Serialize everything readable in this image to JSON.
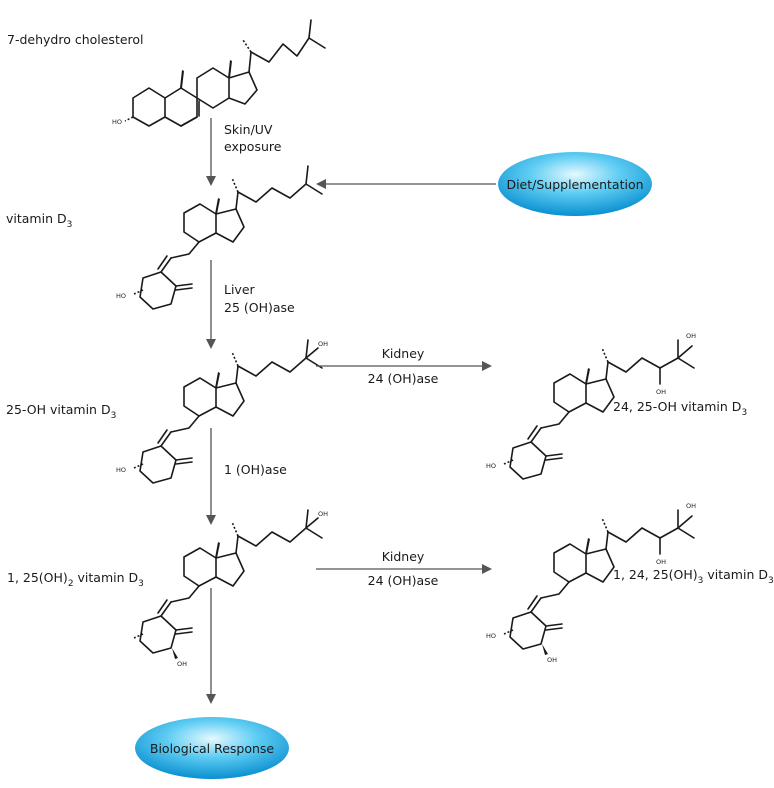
{
  "compounds": {
    "dehydrocholesterol": {
      "label": "7-dehydro cholesterol"
    },
    "vitd3": {
      "label_main": "vitamin D",
      "label_sub": "3"
    },
    "oh25": {
      "label_main": "25-OH vitamin D",
      "label_sub": "3"
    },
    "dihydroxy": {
      "label_pre": "1, 25(OH)",
      "label_sub1": "2",
      "label_mid": " vitamin D",
      "label_sub2": "3"
    },
    "oh24_25": {
      "label_main": "24, 25-OH vitamin D",
      "label_sub": "3"
    },
    "trihydroxy": {
      "label_pre": "1, 24, 25(OH)",
      "label_sub1": "3",
      "label_mid": " vitamin D",
      "label_sub2": "3"
    }
  },
  "steps": {
    "skin": {
      "line1": "Skin/UV",
      "line2": "exposure"
    },
    "liver": {
      "line1": "Liver",
      "line2": "25 (OH)ase"
    },
    "one_oh": {
      "line1": "1 (OH)ase"
    },
    "kidney1": {
      "line1": "Kidney",
      "line2": "24 (OH)ase"
    },
    "kidney2": {
      "line1": "Kidney",
      "line2": "24 (OH)ase"
    }
  },
  "nodes": {
    "diet": "Diet/Supplementation",
    "response": "Biological Response"
  },
  "atoms": {
    "ho": "HO",
    "oh": "OH"
  },
  "colors": {
    "bubble_light": "#dff6ff",
    "bubble_mid": "#4fc8f2",
    "bubble_dark": "#0a8fd0",
    "arrow": "#555555"
  }
}
